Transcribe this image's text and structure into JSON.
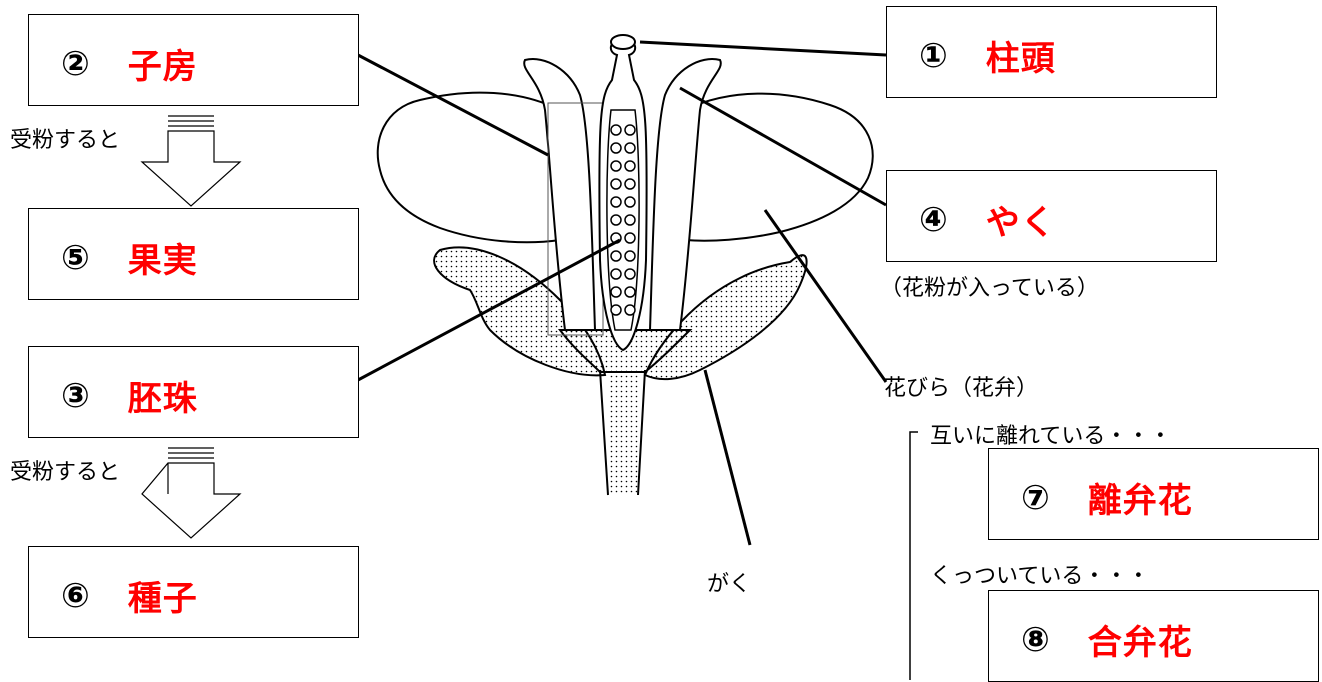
{
  "parts": {
    "stigma": {
      "num": "①",
      "answer": "柱頭"
    },
    "ovary": {
      "num": "②",
      "answer": "子房"
    },
    "ovule": {
      "num": "③",
      "answer": "胚珠"
    },
    "anther": {
      "num": "④",
      "answer": "やく",
      "note": "（花粉が入っている）"
    },
    "fruit": {
      "num": "⑤",
      "answer": "果実"
    },
    "seed": {
      "num": "⑥",
      "answer": "種子"
    },
    "polypetalous": {
      "num": "⑦",
      "answer": "離弁花"
    },
    "sympetalous": {
      "num": "⑧",
      "answer": "合弁花"
    }
  },
  "arrows": {
    "ovary_to_fruit": "受粉すると",
    "ovule_to_seed": "受粉すると"
  },
  "labels": {
    "petal": "花びら（花弁）",
    "separate": "互いに離れている・・・",
    "joined": "くっついている・・・",
    "sepal": "がく"
  },
  "colors": {
    "answer": "#ff0000",
    "line": "#000000"
  }
}
